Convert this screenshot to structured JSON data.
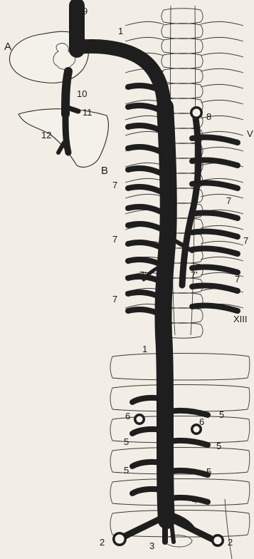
{
  "figure": {
    "labels": {
      "n9": "9",
      "A": "A",
      "n1_top": "1",
      "n10": "10",
      "n11": "11",
      "n12": "12",
      "B": "B",
      "n8": "8",
      "V": "V",
      "n7_a": "7",
      "n7_b": "7",
      "n7_c": "7",
      "n7_d": "7",
      "n7_e": "7",
      "n7_f": "7",
      "n7_prime_left": "7'",
      "n7_prime_right": "7'",
      "XIII": "XIII",
      "n1_mid": "1",
      "n6_left": "6",
      "n6_right": "6",
      "n5_a": "5",
      "n5_b": "5",
      "n5_c": "5",
      "n5_d": "5",
      "n5_e": "5",
      "n4": "4",
      "n2_left": "2",
      "n2_right": "2",
      "n3": "3"
    }
  }
}
